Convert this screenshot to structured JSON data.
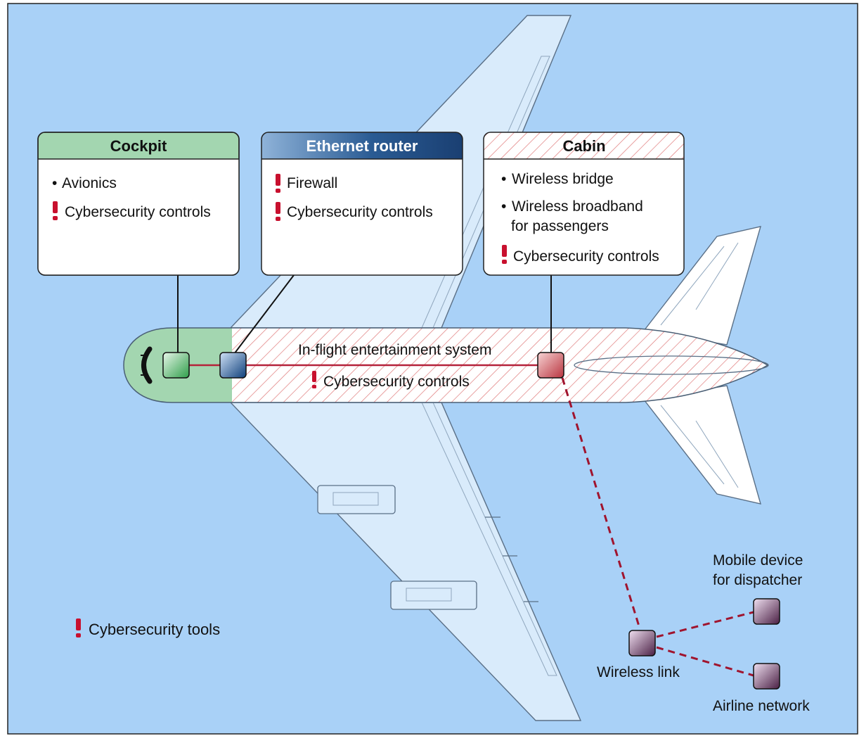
{
  "boxes": {
    "cockpit": {
      "title": "Cockpit",
      "items": [
        {
          "kind": "bullet",
          "text": "Avionics"
        },
        {
          "kind": "alert",
          "text": "Cybersecurity controls"
        }
      ]
    },
    "router": {
      "title": "Ethernet router",
      "items": [
        {
          "kind": "alert",
          "text": "Firewall"
        },
        {
          "kind": "alert",
          "text": "Cybersecurity controls"
        }
      ]
    },
    "cabin": {
      "title": "Cabin",
      "items": [
        {
          "kind": "bullet",
          "text": "Wireless bridge"
        },
        {
          "kind": "bullet",
          "text": "Wireless broadband",
          "text2": "for passengers"
        },
        {
          "kind": "alert",
          "text": "Cybersecurity controls"
        }
      ]
    }
  },
  "fuselage": {
    "title": "In-flight entertainment system",
    "alert": "Cybersecurity controls"
  },
  "nodes": {
    "mobile_line1": "Mobile device",
    "mobile_line2": "for dispatcher",
    "wireless_link": "Wireless link",
    "airline_network": "Airline network"
  },
  "legend": {
    "label": "Cybersecurity tools"
  },
  "colors": {
    "background": "#a9d1f7",
    "cockpit": "#a3d6b0",
    "router": "#2a5b93",
    "cabin_hatch": "#e07a7a",
    "alert": "#c8102e",
    "link": "#b5223a",
    "wireless_node": "#5a2d52"
  }
}
